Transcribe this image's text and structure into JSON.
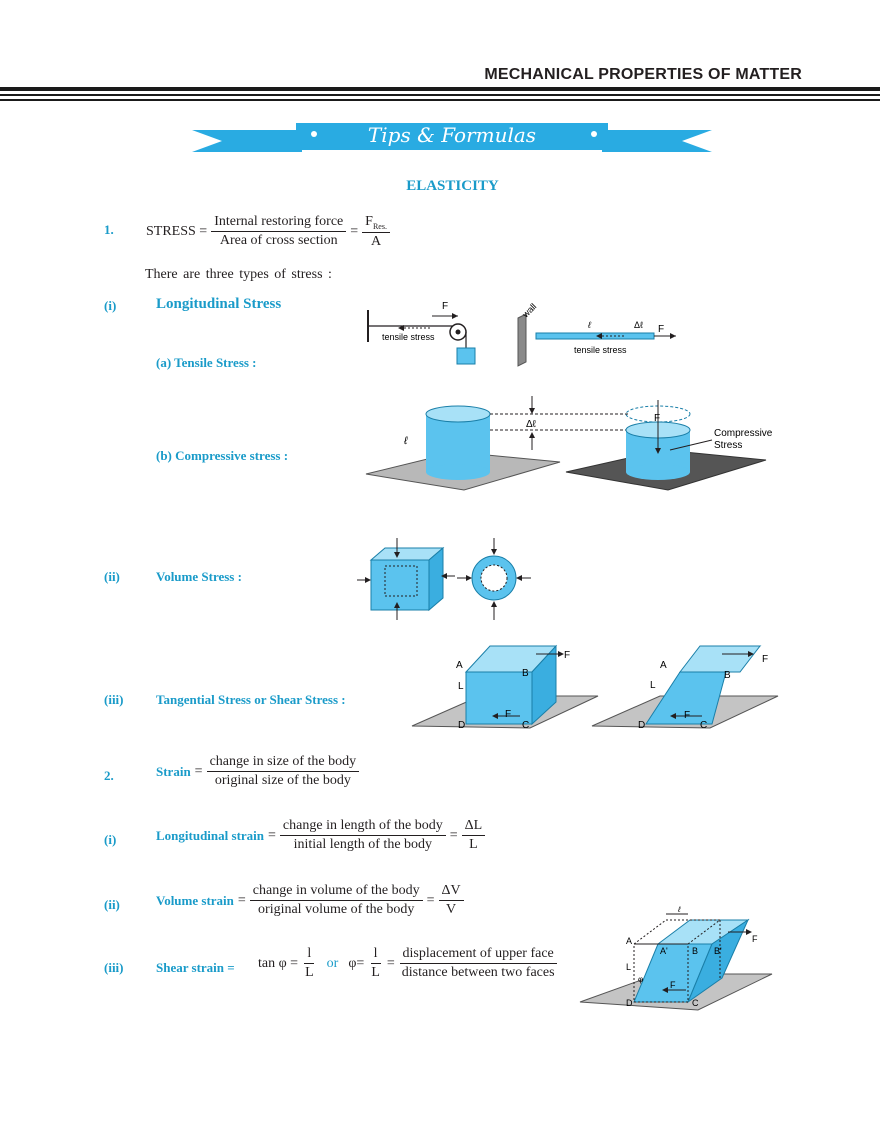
{
  "header": {
    "title": "MECHANICAL PROPERTIES OF MATTER"
  },
  "banner": {
    "title": "Tips & Formulas"
  },
  "section": {
    "title": "ELASTICITY"
  },
  "item1": {
    "num": "1.",
    "lhs": "STRESS =",
    "num_text": "Internal restoring force",
    "den_text": "Area of cross section",
    "eq": "=",
    "f_num": "F",
    "f_sub": "Res.",
    "f_den": "A",
    "note": "There are three types of stress :"
  },
  "stress_types": {
    "i_num": "(i)",
    "i_label": "Longitudinal  Stress",
    "a_label": "(a)   Tensile Stress :",
    "b_label": "(b)   Compressive stress :",
    "ii_num": "(ii)",
    "ii_label": "Volume Stress :",
    "iii_num": "(iii)",
    "iii_label": "Tangential Stress or Shear Stress :"
  },
  "figures": {
    "F": "F",
    "tensile": "tensile stress",
    "wall": "wall",
    "ell": "ℓ",
    "dell": "Δℓ",
    "compressive": "Compressive",
    "stress": "Stress",
    "A": "A",
    "B": "B",
    "C": "C",
    "D": "D",
    "L": "L",
    "A2": "A'",
    "B2": "B'",
    "phi": "φ"
  },
  "item2": {
    "num": "2.",
    "label": "Strain",
    "eq": "=",
    "num_text": "change  in  size  of  the  body",
    "den_text": "original  size of  the  body"
  },
  "strains": {
    "i_num": "(i)",
    "i_label": "Longitudinal strain",
    "i_num_text": "change  in  length  of  the  body",
    "i_den_text": "initial  length of  the  body",
    "i_frac_num": "ΔL",
    "i_frac_den": "L",
    "ii_num": "(ii)",
    "ii_label": "Volume strain",
    "ii_num_text": "change  in  volume  of  the  body",
    "ii_den_text": "original  volume of  the  body",
    "ii_frac_num": "ΔV",
    "ii_frac_den": "V",
    "iii_num": "(iii)",
    "iii_label": "Shear strain =",
    "tan": "tan φ =",
    "l": "l",
    "L": "L",
    "or": "or",
    "phi_eq": "φ=",
    "disp_num": "displacement  of  upper  face",
    "disp_den": "distance  between  two  faces"
  },
  "colors": {
    "accent": "#1a9bc9",
    "banner": "#29abe2",
    "solid": "#5bc3ee"
  }
}
